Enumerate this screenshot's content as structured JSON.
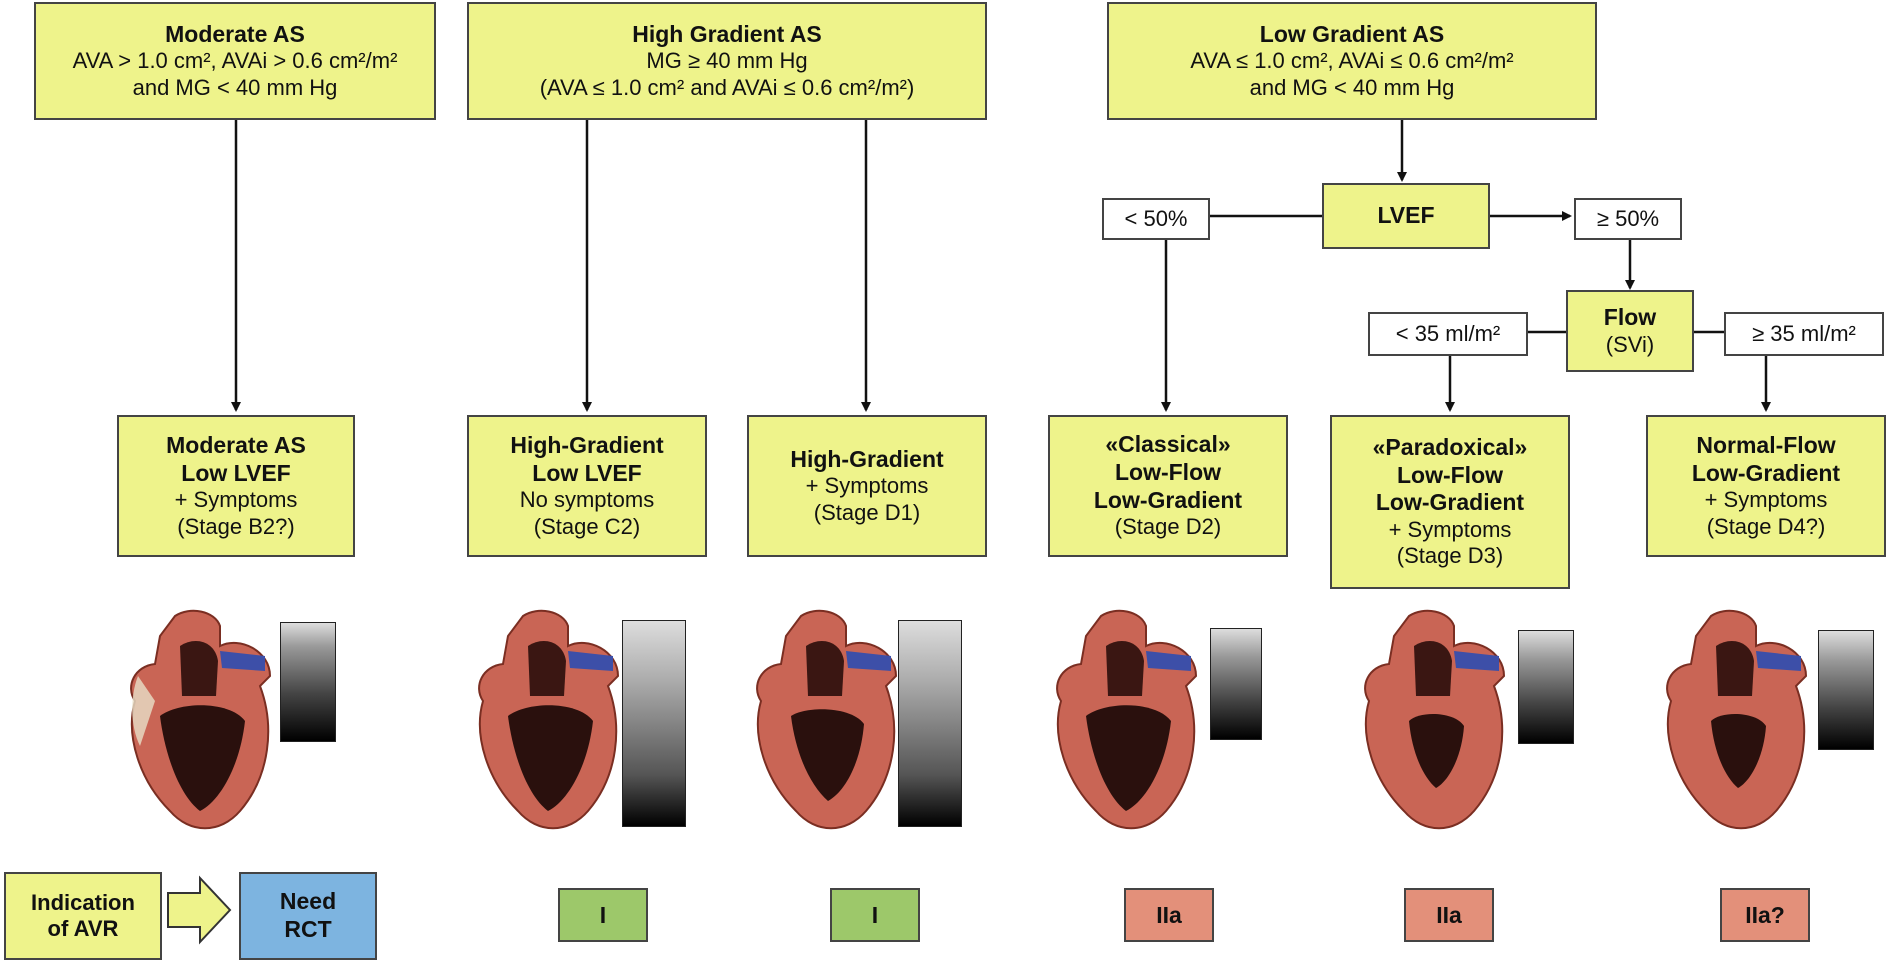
{
  "top": {
    "moderate": {
      "title": "Moderate AS",
      "l1": "AVA > 1.0 cm², AVAi > 0.6 cm²/m²",
      "l2": "and MG < 40 mm Hg"
    },
    "high": {
      "title": "High Gradient AS",
      "l1": "MG ≥ 40 mm Hg",
      "l2": "(AVA ≤ 1.0 cm² and AVAi ≤ 0.6 cm²/m²)"
    },
    "low": {
      "title": "Low Gradient AS",
      "l1": "AVA ≤ 1.0 cm², AVAi ≤ 0.6 cm²/m²",
      "l2": "and MG < 40 mm Hg"
    }
  },
  "lvef": {
    "label": "LVEF",
    "low": "< 50%",
    "high": "≥ 50%"
  },
  "flow": {
    "title": "Flow",
    "sub": "(SVi)",
    "low": "< 35 ml/m²",
    "high": "≥ 35 ml/m²"
  },
  "stages": [
    {
      "l1": "Moderate AS",
      "l2": "Low LVEF",
      "l3": "+ Symptoms",
      "l4": "(Stage B2?)"
    },
    {
      "l1": "High-Gradient",
      "l2": "Low LVEF",
      "l3": "No symptoms",
      "l4": "(Stage C2)"
    },
    {
      "l1": "High-Gradient",
      "l3": "+ Symptoms",
      "l4": "(Stage D1)"
    },
    {
      "l1": "«Classical»",
      "l2": "Low-Flow",
      "l2b": "Low-Gradient",
      "l4": "(Stage D2)"
    },
    {
      "l1": "«Paradoxical»",
      "l2": "Low-Flow",
      "l2b": "Low-Gradient",
      "l3": "+ Symptoms",
      "l4": "(Stage D3)"
    },
    {
      "l1": "Normal-Flow",
      "l2": "Low-Gradient",
      "l3": "+ Symptoms",
      "l4": "(Stage D4?)"
    }
  ],
  "legend": {
    "indication": "Indication of AVR",
    "need": "Need RCT"
  },
  "classes": [
    "I",
    "I",
    "IIa",
    "IIa",
    "IIa?"
  ],
  "colors": {
    "box": "#eef38b",
    "class_I": "#9dc86a",
    "class_IIa": "#e3907a",
    "need_rct": "#7db4e0"
  }
}
